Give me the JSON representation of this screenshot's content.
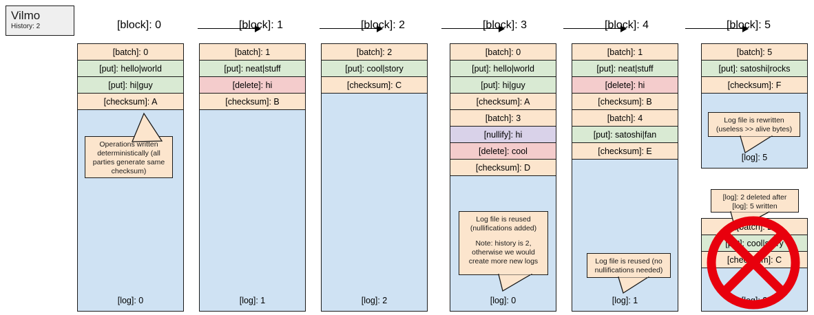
{
  "app": {
    "name": "Vilmo",
    "subtitle": "History: 2"
  },
  "blocks": [
    {
      "label": "[block]: 0"
    },
    {
      "label": "[block]: 1"
    },
    {
      "label": "[block]: 2"
    },
    {
      "label": "[block]: 3"
    },
    {
      "label": "[block]: 4"
    },
    {
      "label": "[block]: 5"
    }
  ],
  "columns": [
    {
      "rows": [
        {
          "kind": "batch",
          "text": "[batch]: 0"
        },
        {
          "kind": "put",
          "text": "[put]: hello|world"
        },
        {
          "kind": "put",
          "text": "[put]: hi|guy"
        },
        {
          "kind": "checksum",
          "text": "[checksum]: A"
        }
      ],
      "footer": "[log]: 0",
      "callout": {
        "lines": [
          "Operations written",
          "deterministically (all",
          "parties generate same",
          "checksum)"
        ]
      }
    },
    {
      "rows": [
        {
          "kind": "batch",
          "text": "[batch]: 1"
        },
        {
          "kind": "put",
          "text": "[put]: neat|stuff"
        },
        {
          "kind": "delete",
          "text": "[delete]: hi"
        },
        {
          "kind": "checksum",
          "text": "[checksum]: B"
        }
      ],
      "footer": "[log]: 1"
    },
    {
      "rows": [
        {
          "kind": "batch",
          "text": "[batch]: 2"
        },
        {
          "kind": "put",
          "text": "[put]: cool|story"
        },
        {
          "kind": "checksum",
          "text": "[checksum]: C"
        }
      ],
      "footer": "[log]: 2"
    },
    {
      "rows": [
        {
          "kind": "batch",
          "text": "[batch]: 0"
        },
        {
          "kind": "put",
          "text": "[put]: hello|world"
        },
        {
          "kind": "put",
          "text": "[put]: hi|guy"
        },
        {
          "kind": "checksum",
          "text": "[checksum]: A"
        },
        {
          "kind": "batch",
          "text": "[batch]: 3"
        },
        {
          "kind": "nullify",
          "text": "[nullify]: hi"
        },
        {
          "kind": "delete",
          "text": "[delete]: cool"
        },
        {
          "kind": "checksum",
          "text": "[checksum]: D"
        }
      ],
      "footer": "[log]: 0",
      "callout": {
        "lines": [
          "Log file is reused",
          "(nullifications added)",
          "",
          "Note: history is 2,",
          "otherwise we would",
          "create more new logs"
        ]
      }
    },
    {
      "rows": [
        {
          "kind": "batch",
          "text": "[batch]: 1"
        },
        {
          "kind": "put",
          "text": "[put]: neat|stuff"
        },
        {
          "kind": "delete",
          "text": "[delete]: hi"
        },
        {
          "kind": "checksum",
          "text": "[checksum]: B"
        },
        {
          "kind": "batch",
          "text": "[batch]: 4"
        },
        {
          "kind": "put",
          "text": "[put]: satoshi|fan"
        },
        {
          "kind": "checksum",
          "text": "[checksum]: E"
        }
      ],
      "footer": "[log]: 1",
      "callout": {
        "lines": [
          "Log file is reused (no",
          "nullifications needed)"
        ]
      }
    },
    {
      "rows": [
        {
          "kind": "batch",
          "text": "[batch]: 5"
        },
        {
          "kind": "put",
          "text": "[put]: satoshi|rocks"
        },
        {
          "kind": "checksum",
          "text": "[checksum]: F"
        }
      ],
      "footer": "[log]: 5",
      "callout": {
        "lines": [
          "Log file is rewritten",
          "(useless >> alive bytes)"
        ]
      }
    }
  ],
  "deleted_log": {
    "rows": [
      {
        "kind": "batch",
        "text": "[batch]: 2"
      },
      {
        "kind": "put",
        "text": "[put]: cool|story"
      },
      {
        "kind": "checksum",
        "text": "[checksum]: C"
      }
    ],
    "footer": "[log]: 2",
    "callout": {
      "lines": [
        "[log]: 2 deleted after",
        "[log]: 5 written"
      ]
    },
    "mark": "red-cross-out-icon"
  },
  "colors": {
    "batch": "#fce5cd",
    "checksum": "#fce5cd",
    "put": "#d9ead3",
    "delete": "#f4cccc",
    "nullify": "#d9d2e9",
    "log_body": "#cfe2f3",
    "callout": "#fce5cd",
    "deleted_mark": "#e8000d",
    "stroke": "#1a1a1a",
    "title_card": "#efefef"
  }
}
